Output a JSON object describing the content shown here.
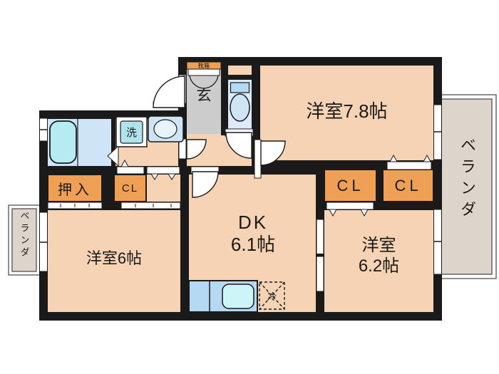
{
  "rooms": {
    "room_78": {
      "label": "洋室7.8帖"
    },
    "room_6": {
      "label": "洋室6帖"
    },
    "room_62": {
      "line1": "洋室",
      "line2": "6.2帖"
    },
    "dk": {
      "line1": "DK",
      "line2": "6.1帖"
    },
    "oshiire": {
      "label": "押入"
    },
    "cl_small": {
      "label": "CL"
    },
    "cl_left": {
      "label": "CL"
    },
    "cl_right": {
      "label": "CL"
    },
    "genkan": {
      "label": "玄"
    },
    "shoe_box": {
      "label": "靴箱"
    },
    "washer": {
      "label": "洗"
    },
    "fridge": {
      "label": "冷"
    },
    "veranda_right": {
      "label": "ベランダ"
    },
    "veranda_left": {
      "label": "ベランダ"
    }
  },
  "colors": {
    "wall": "#1a1a1a",
    "room_fill": "#f6d3b4",
    "closet_fill": "#efa054",
    "water_blue": "#cfe4f7",
    "tub_cyan": "#b7ebf3",
    "counter_blue": "#b5d9f2",
    "sink_cyan": "#cdf4f6",
    "genkan_gray": "#cccccc",
    "veranda_fill": "#ddd5cb",
    "toilet_floor": "#dceaf9",
    "washer_teal": "#afe4ee"
  }
}
